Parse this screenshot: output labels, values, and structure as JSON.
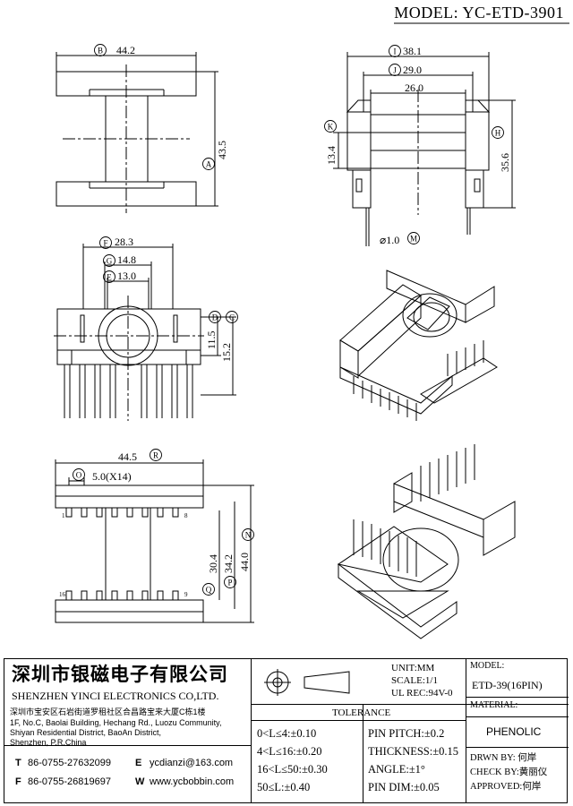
{
  "header": {
    "model": "MODEL: YC-ETD-3901"
  },
  "dims": {
    "B": "B",
    "A": "A",
    "I": "I",
    "J": "J",
    "K": "K",
    "H": "H",
    "M": "M",
    "F": "F",
    "G": "G",
    "E": "E",
    "D": "D",
    "C": "C",
    "R": "R",
    "O": "O",
    "N": "N",
    "P": "P",
    "Q": "Q",
    "d_44_2": "44.2",
    "d_43_5": "43.5",
    "d_38_1": "38.1",
    "d_29_0": "29.0",
    "d_26_0": "26.0",
    "d_13_4": "13.4",
    "d_35_6": "35.6",
    "d_pin": "⌀1.0",
    "d_28_3": "28.3",
    "d_14_8": "14.8",
    "d_13_0": "13.0",
    "d_11_5": "11.5",
    "d_15_2": "15.2",
    "d_44_5": "44.5",
    "d_pitch": "5.0(X14)",
    "d_30_4": "30.4",
    "d_34_2": "34.2",
    "d_44_0": "44.0",
    "pin1": "1",
    "pin8": "8",
    "pin9": "9",
    "pin16": "16"
  },
  "company": {
    "name_cn": "深圳市银磁电子有限公司",
    "name_en": "SHENZHEN YINCI ELECTRONICS CO,LTD.",
    "addr_cn": "深圳市宝安区石岩街道罗租社区合昌路宝来大厦C栋1楼",
    "addr_en1": "1F, No.C, Baolai Building, Hechang Rd., Luozu Community,",
    "addr_en2": "Shiyan Residential District, BaoAn District,",
    "addr_en3": "Shenzhen, P.R.China",
    "t_label": "T",
    "t_value": "86-0755-27632099",
    "f_label": "F",
    "f_value": "86-0755-26819697",
    "e_label": "E",
    "e_value": "ycdianzi@163.com",
    "w_label": "W",
    "w_value": "www.ycbobbin.com"
  },
  "spec": {
    "unit": "UNIT:MM",
    "scale": "SCALE:1/1",
    "ul": "UL REC:94V-0",
    "model_label": "MODEL:",
    "model_value": "ETD-39(16PIN)",
    "material_label": "MATERIAL:",
    "material_value": "PHENOLIC",
    "drwn": "DRWN BY: 何岸",
    "check": "CHECK BY:黄丽仪",
    "approved": "APPROVED:何岸"
  },
  "tolerance": {
    "title": "TOLERANCE",
    "r1": "0<L≤4:±0.10",
    "r2": "4<L≤16:±0.20",
    "r3": "16<L≤50:±0.30",
    "r4": "50≤L:±0.40",
    "p1": "PIN PITCH:±0.2",
    "p2": "THICKNESS:±0.15",
    "p3": "ANGLE:±1°",
    "p4": "PIN DIM:±0.05"
  }
}
